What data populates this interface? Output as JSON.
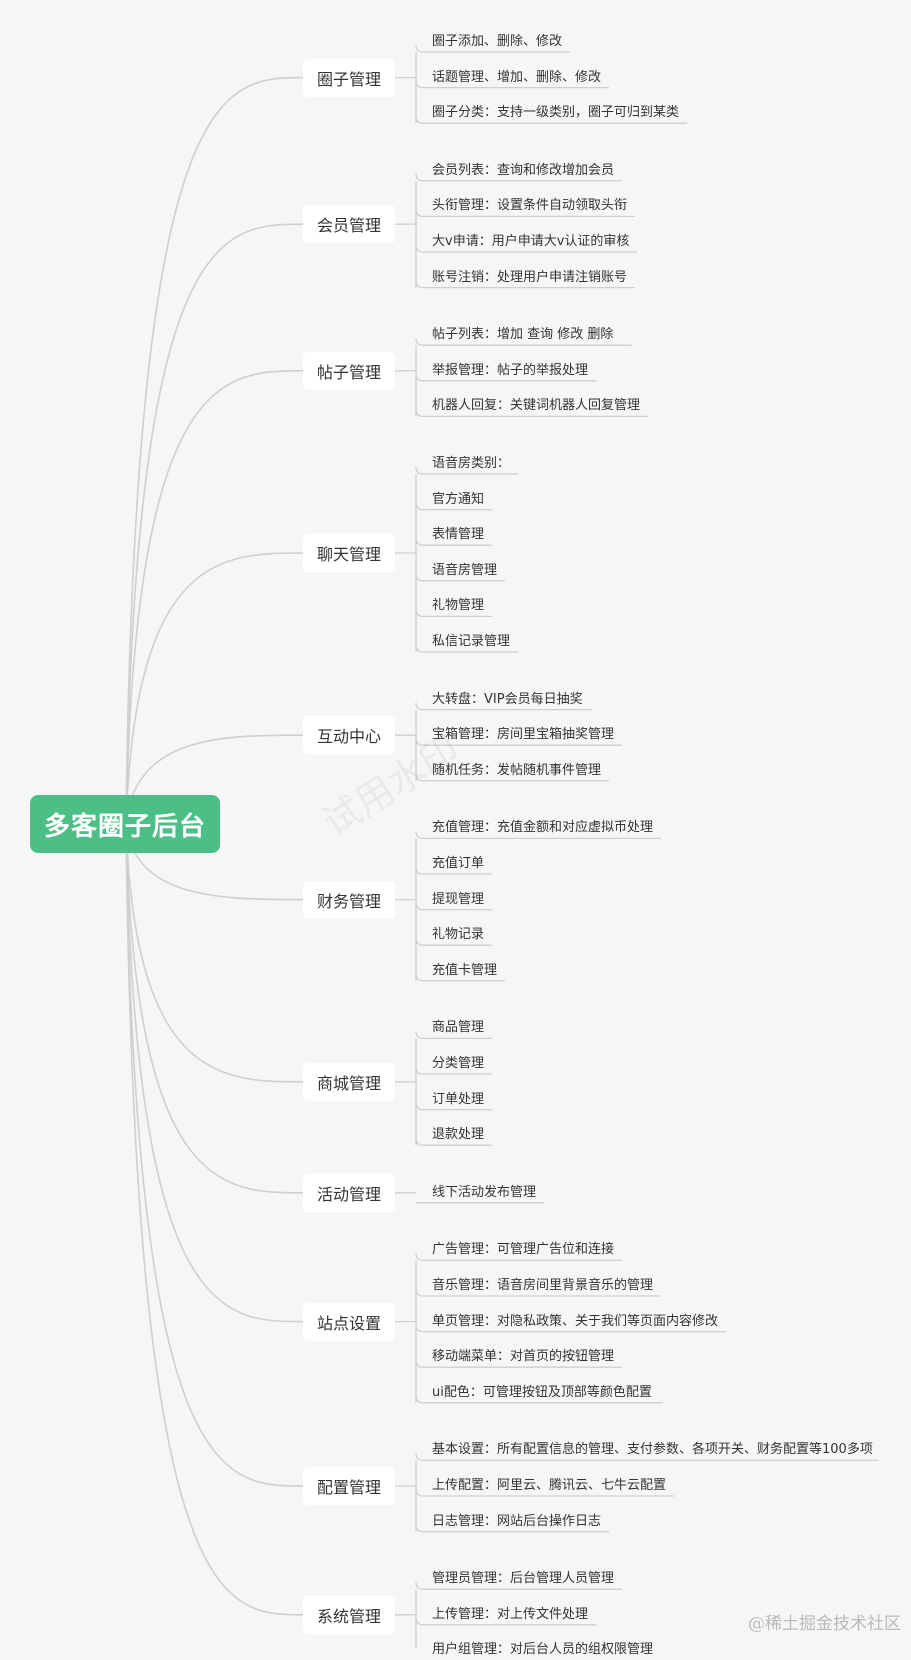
{
  "root": {
    "label": "多客圈子后台"
  },
  "branches": [
    {
      "label": "圈子管理",
      "items": [
        "圈子添加、删除、修改",
        "话题管理、增加、删除、修改",
        "圈子分类：支持一级类别，圈子可归到某类"
      ]
    },
    {
      "label": "会员管理",
      "items": [
        "会员列表：查询和修改增加会员",
        "头衔管理：设置条件自动领取头衔",
        "大v申请：用户申请大v认证的审核",
        "账号注销：处理用户申请注销账号"
      ]
    },
    {
      "label": "帖子管理",
      "items": [
        "帖子列表：增加 查询 修改 删除",
        "举报管理：帖子的举报处理",
        "机器人回复：关键词机器人回复管理"
      ]
    },
    {
      "label": "聊天管理",
      "items": [
        "语音房类别：",
        "官方通知",
        "表情管理",
        "语音房管理",
        "礼物管理",
        "私信记录管理"
      ]
    },
    {
      "label": "互动中心",
      "items": [
        "大转盘：VIP会员每日抽奖",
        "宝箱管理：房间里宝箱抽奖管理",
        "随机任务：发帖随机事件管理"
      ]
    },
    {
      "label": "财务管理",
      "items": [
        "充值管理：充值金额和对应虚拟币处理",
        "充值订单",
        "提现管理",
        "礼物记录",
        "充值卡管理"
      ]
    },
    {
      "label": "商城管理",
      "items": [
        "商品管理",
        "分类管理",
        "订单处理",
        "退款处理"
      ]
    },
    {
      "label": "活动管理",
      "items": [
        "线下活动发布管理"
      ]
    },
    {
      "label": "站点设置",
      "items": [
        "广告管理：可管理广告位和连接",
        "音乐管理：语音房间里背景音乐的管理",
        "单页管理：对隐私政策、关于我们等页面内容修改",
        "移动端菜单：对首页的按钮管理",
        "ui配色：可管理按钮及顶部等颜色配置"
      ]
    },
    {
      "label": "配置管理",
      "items": [
        "基本设置：所有配置信息的管理、支付参数、各项开关、财务配置等100多项",
        "上传配置：阿里云、腾讯云、七牛云配置",
        "日志管理：网站后台操作日志"
      ]
    },
    {
      "label": "系统管理",
      "items": [
        "管理员管理：后台管理人员管理",
        "上传管理：对上传文件处理",
        "用户组管理：对后台人员的组权限管理"
      ]
    }
  ],
  "watermark": "试用水印",
  "credit": "@稀土掘金技术社区",
  "colors": {
    "root_bg": "#4cbf86",
    "line": "#cfcfcf",
    "background": "#f6f6f6"
  }
}
